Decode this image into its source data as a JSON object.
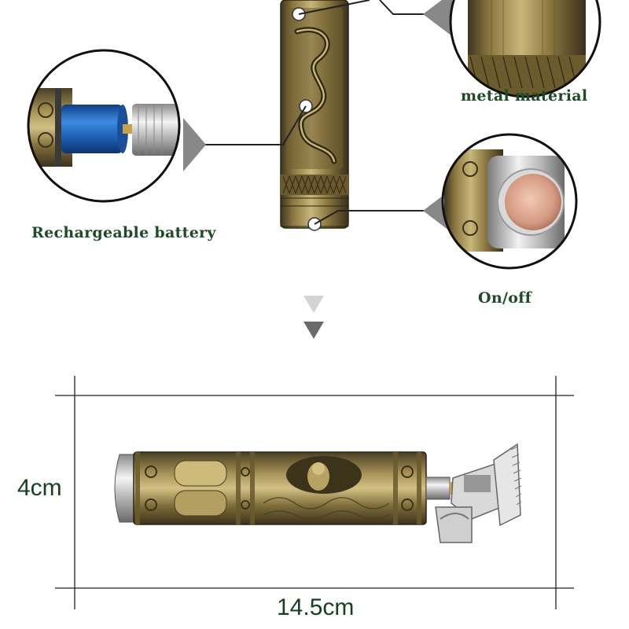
{
  "features": {
    "metal_label": "metal material",
    "battery_label": "Rechargeable battery",
    "switch_label": "On/off"
  },
  "dimensions": {
    "height_label": "4cm",
    "length_label": "14.5cm"
  },
  "colors": {
    "label_green": "#1f4a26",
    "bronze": "#8f7a3d",
    "battery_blue": "#1f63b5",
    "arrow_light": "#d3d3d3",
    "arrow_dark": "#6a6a6a"
  },
  "icons": [
    "dragon-engraving",
    "buddha-engraving",
    "down-arrow-icon"
  ]
}
